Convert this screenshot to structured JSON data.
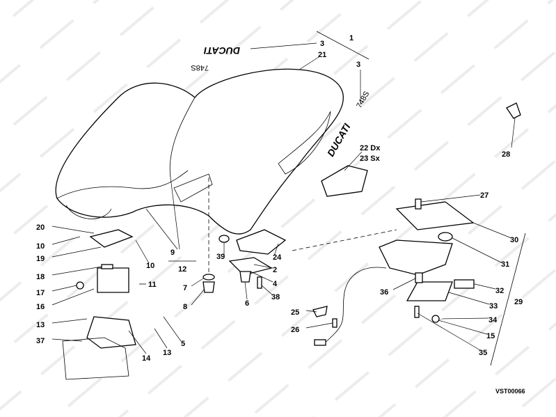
{
  "watermark": "motod.ru",
  "logo": {
    "brand": "DUCATI",
    "model": "748S"
  },
  "drawing_code": "VST00066",
  "callouts": {
    "c1": "1",
    "c3a": "3",
    "c21": "21",
    "c3b": "3",
    "c22": "22 Dx",
    "c23": "23 Sx",
    "c28": "28",
    "c27": "27",
    "c30": "30",
    "c31": "31",
    "c32": "32",
    "c33": "33",
    "c29": "29",
    "c34": "34",
    "c15": "15",
    "c35": "35",
    "c36": "36",
    "c25": "25",
    "c26": "26",
    "c24": "24",
    "c2": "2",
    "c4": "4",
    "c38": "38",
    "c6": "6",
    "c39": "39",
    "c7": "7",
    "c8": "8",
    "c12": "12",
    "c9": "9",
    "c10a": "10",
    "c10b": "10",
    "c20": "20",
    "c19": "19",
    "c18": "18",
    "c17": "17",
    "c16": "16",
    "c11": "11",
    "c13a": "13",
    "c13b": "13",
    "c5": "5",
    "c37": "37",
    "c14": "14"
  }
}
